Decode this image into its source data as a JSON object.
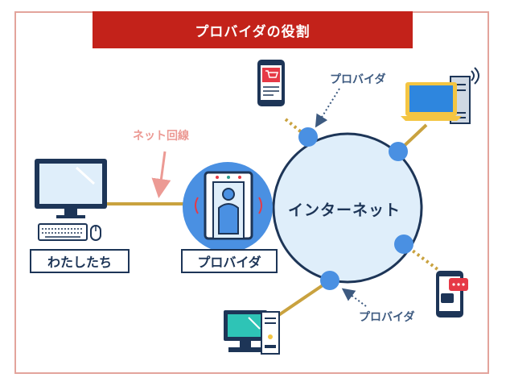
{
  "title": "プロバイダの役割",
  "labels": {
    "us": "わたしたち",
    "provider_box": "プロバイダ",
    "internet": "インターネット",
    "net_line": "ネット回線",
    "provider_top": "プロバイダ",
    "provider_bottom": "プロバイダ"
  },
  "colors": {
    "banner": "#c3221a",
    "frame": "#e3a49c",
    "navy": "#1d3557",
    "internet_fill": "#dfeefa",
    "node_blue": "#4a90e2",
    "cable_gold": "#c9a23f",
    "line_pink": "#ec9a94"
  },
  "icons": [
    "desktop-pc-icon",
    "keyboard-icon",
    "mouse-icon",
    "security-gate-icon",
    "smartphone-shop-icon",
    "laptop-server-icon",
    "smartphone-chat-icon",
    "desktop-tower-icon"
  ]
}
